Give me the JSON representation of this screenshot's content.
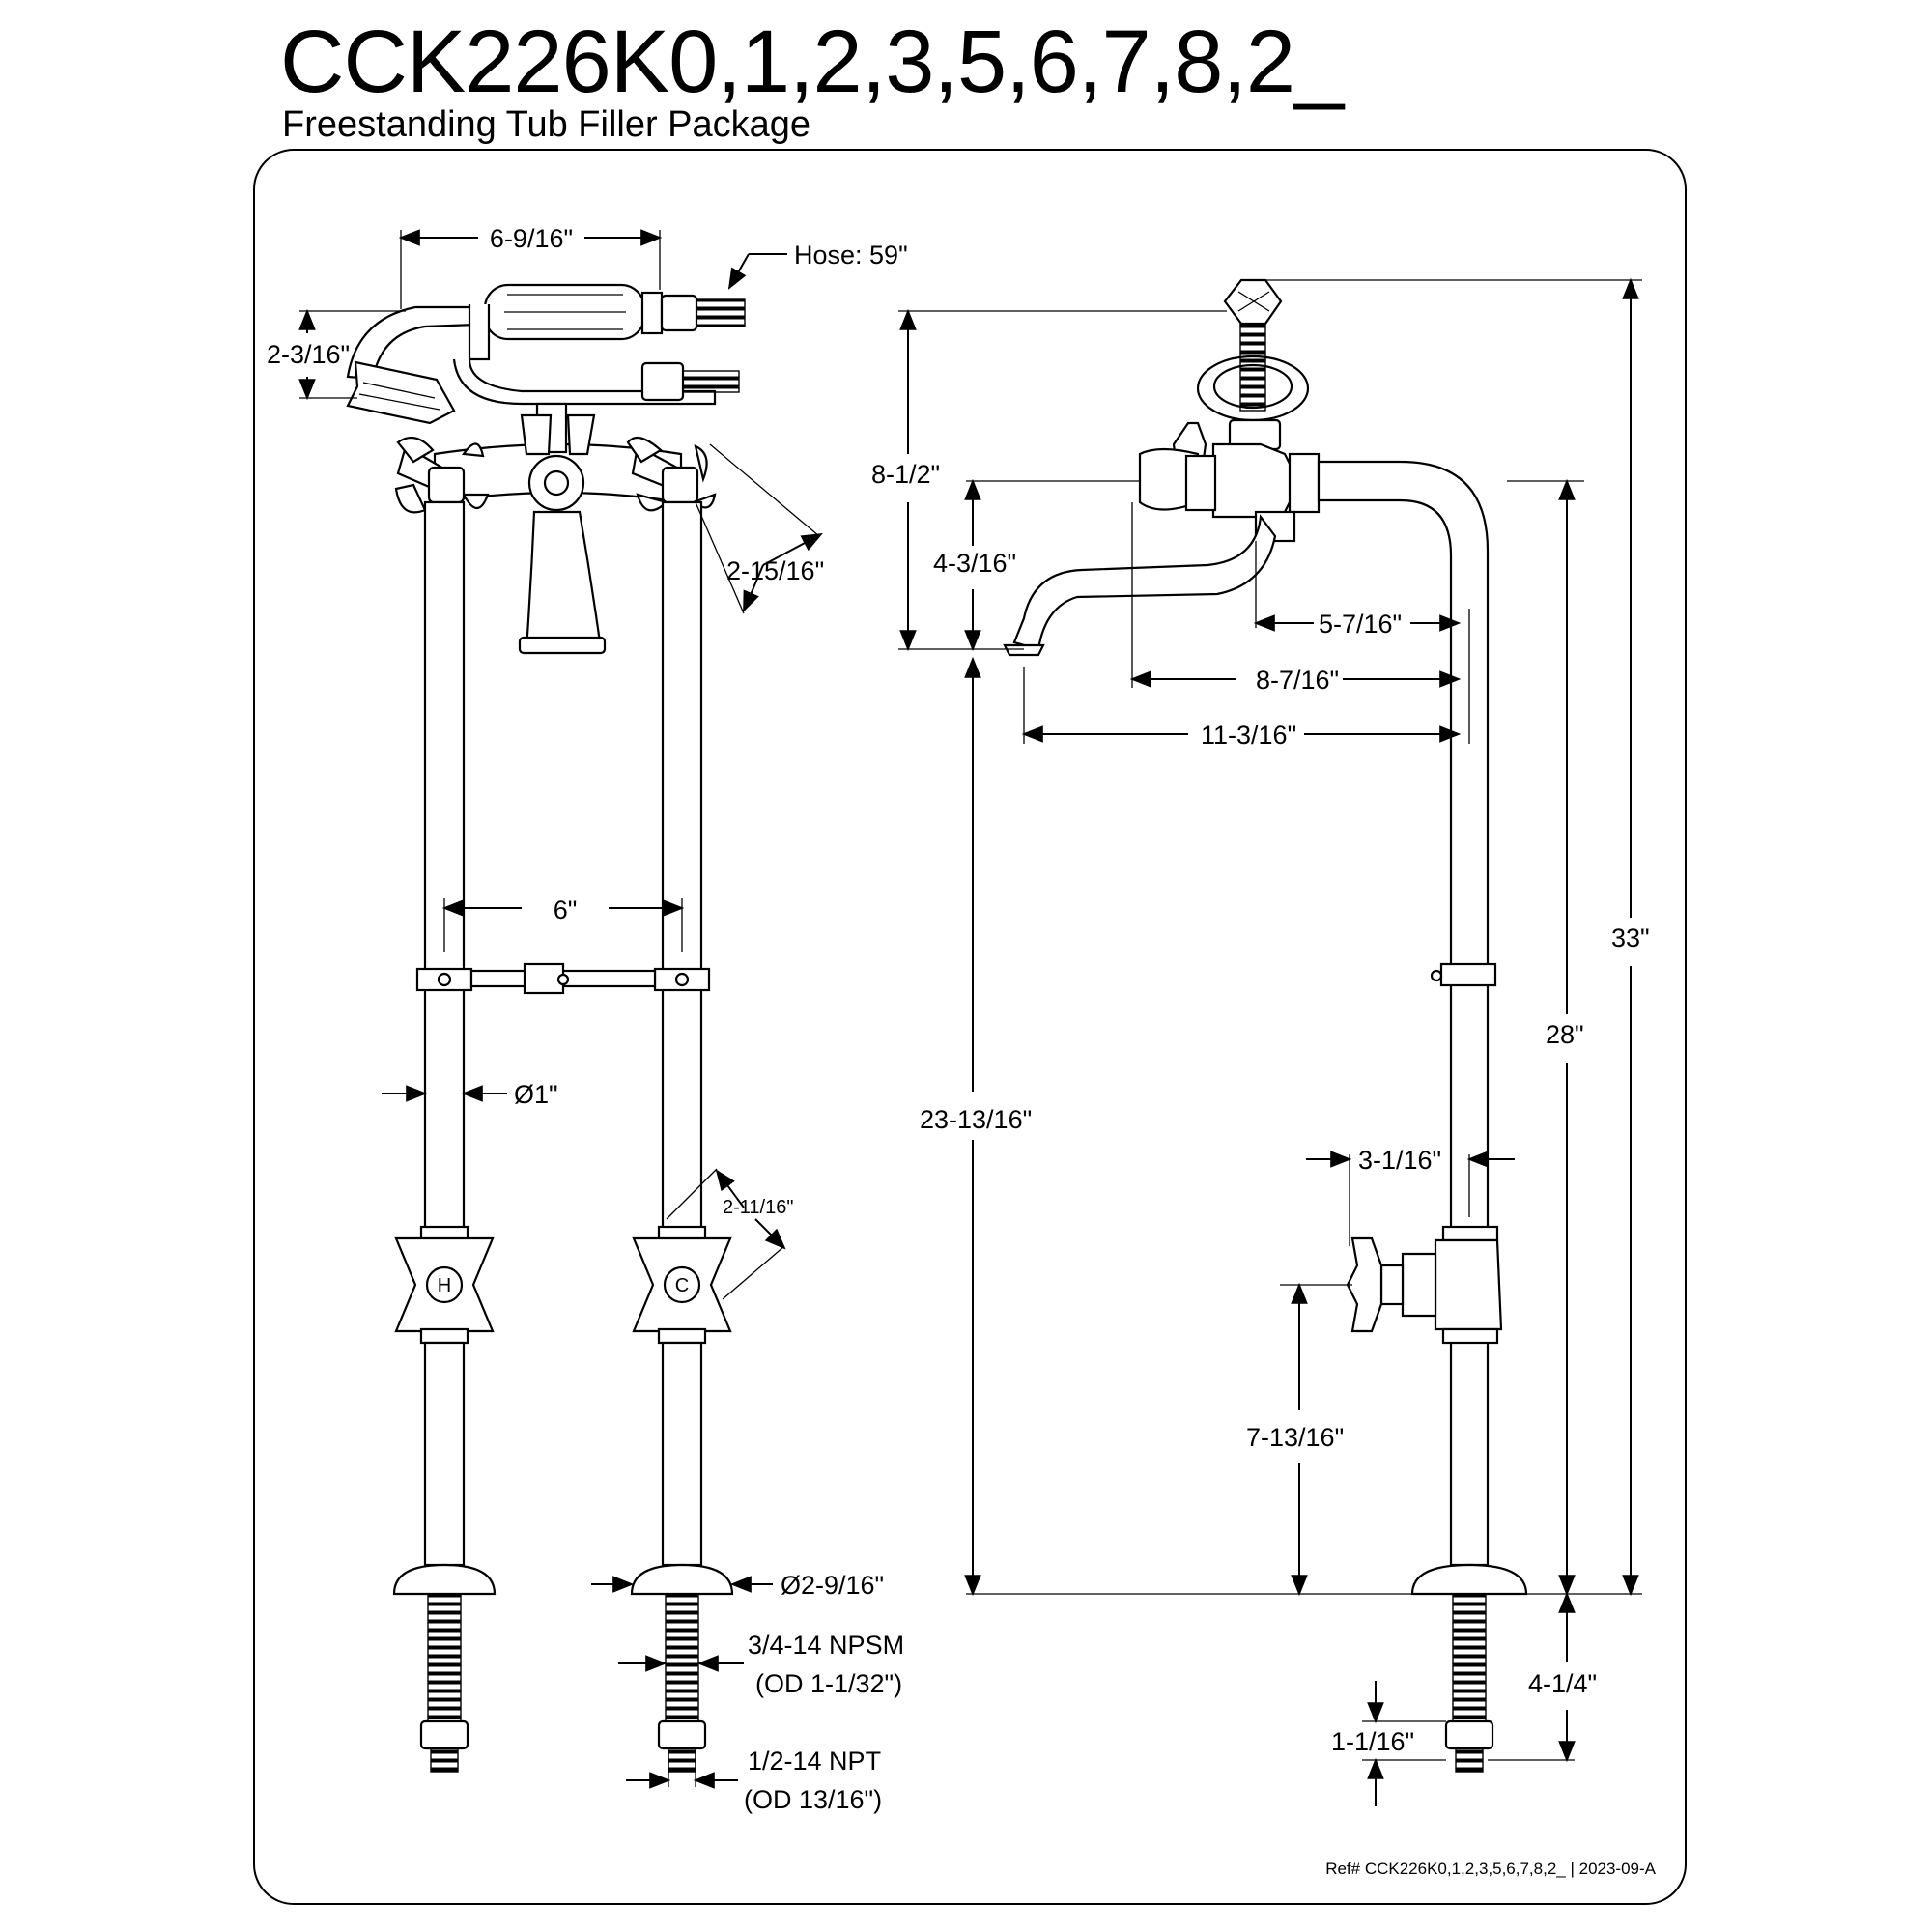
{
  "header": {
    "title": "CCK226K0,1,2,3,5,6,7,8,2_",
    "subtitle": "Freestanding Tub Filler Package"
  },
  "front_view": {
    "dims": {
      "top_width": "6-9/16\"",
      "hose": "Hose: 59\"",
      "handshower_height": "2-3/16\"",
      "handle_span": "2-15/16\"",
      "leg_spacing": "6\"",
      "leg_diameter": "Ø1\"",
      "valve_handle": "2-11/16\"",
      "flange_diameter": "Ø2-9/16\"",
      "npsm_thread": "3/4-14 NPSM",
      "npsm_od": "(OD 1-1/32\")",
      "npt_thread": "1/2-14 NPT",
      "npt_od": "(OD 13/16\")"
    },
    "handle_markings": {
      "hot": "H",
      "cold": "C"
    }
  },
  "side_view": {
    "dims": {
      "spout_height": "8-1/2\"",
      "spout_drop": "4-3/16\"",
      "spout_reach_1": "5-7/16\"",
      "spout_reach_2": "8-7/16\"",
      "spout_reach_3": "11-3/16\"",
      "total_height": "33\"",
      "riser_height": "28\"",
      "spout_to_floor": "23-13/16\"",
      "valve_offset": "3-1/16\"",
      "valve_height": "7-13/16\"",
      "below_floor": "4-1/4\"",
      "nut_height": "1-1/16\""
    }
  },
  "footer": {
    "reference": "Ref# CCK226K0,1,2,3,5,6,7,8,2_  | 2023-09-A"
  }
}
